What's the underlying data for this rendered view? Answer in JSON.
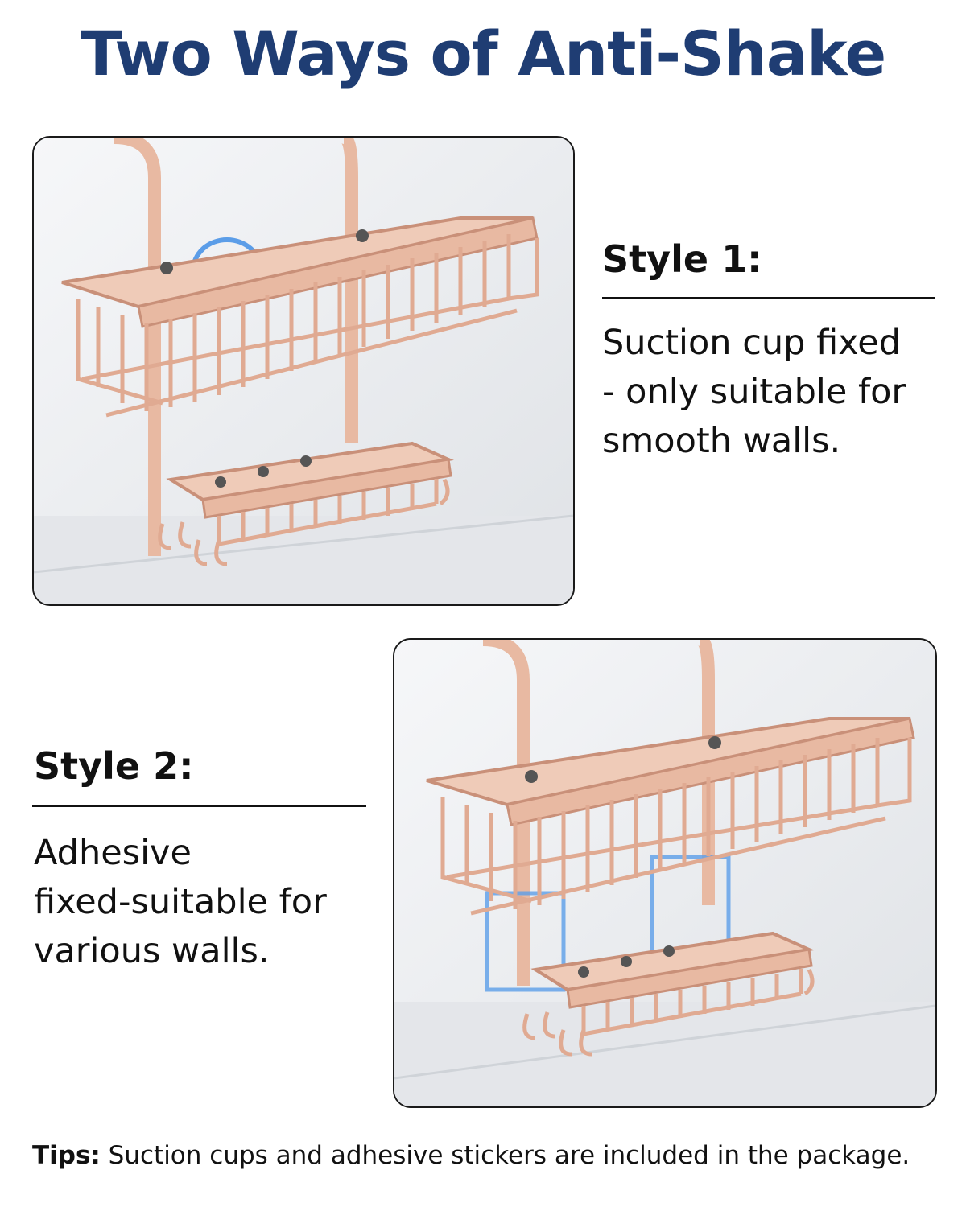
{
  "title": "Two Ways of Anti-Shake",
  "colors": {
    "title": "#1f3d73",
    "basket": "#e8b9a2",
    "basket_shadow": "#c99079",
    "wall": "#eef0f3",
    "accent_blue": "#5b9de8"
  },
  "style1": {
    "heading": "Style 1:",
    "lines": [
      "Suction cup fixed",
      "- only suitable for",
      "smooth walls."
    ]
  },
  "style2": {
    "heading": "Style 2:",
    "lines": [
      "Adhesive",
      "fixed-suitable for",
      "various walls."
    ]
  },
  "tips": {
    "label": "Tips:",
    "text": " Suction cups and adhesive stickers are included in the package."
  }
}
